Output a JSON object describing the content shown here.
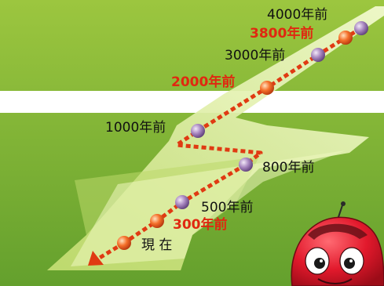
{
  "colors": {
    "green_top": "#8fbf3a",
    "green_bottom": "#6aa630",
    "stripe": "#ffffff",
    "road": "#d7e98f",
    "road_light": "#f2f9c6",
    "arrow": "#e03a12",
    "red_text": "#e02810",
    "black_text": "#111111",
    "orange_dot": "#f36a21",
    "purple_dot": "#9b79b3",
    "car": "#e2192c"
  },
  "timeline": [
    {
      "id": "4000",
      "label": "4000年前",
      "dot": "purple",
      "text_color": "black"
    },
    {
      "id": "3800",
      "label": "3800年前",
      "dot": "orange",
      "text_color": "red"
    },
    {
      "id": "3000",
      "label": "3000年前",
      "dot": "purple",
      "text_color": "black"
    },
    {
      "id": "2000",
      "label": "2000年前",
      "dot": "orange",
      "text_color": "red"
    },
    {
      "id": "1000",
      "label": "1000年前",
      "dot": "purple",
      "text_color": "black"
    },
    {
      "id": "800",
      "label": "800年前",
      "dot": "purple",
      "text_color": "black"
    },
    {
      "id": "500",
      "label": "500年前",
      "dot": "purple",
      "text_color": "black"
    },
    {
      "id": "300",
      "label": "300年前",
      "dot": "orange",
      "text_color": "red"
    },
    {
      "id": "now",
      "label": "現 在",
      "dot": "orange",
      "text_color": "black"
    }
  ],
  "mascot": {
    "icon": "red-car-mascot"
  }
}
